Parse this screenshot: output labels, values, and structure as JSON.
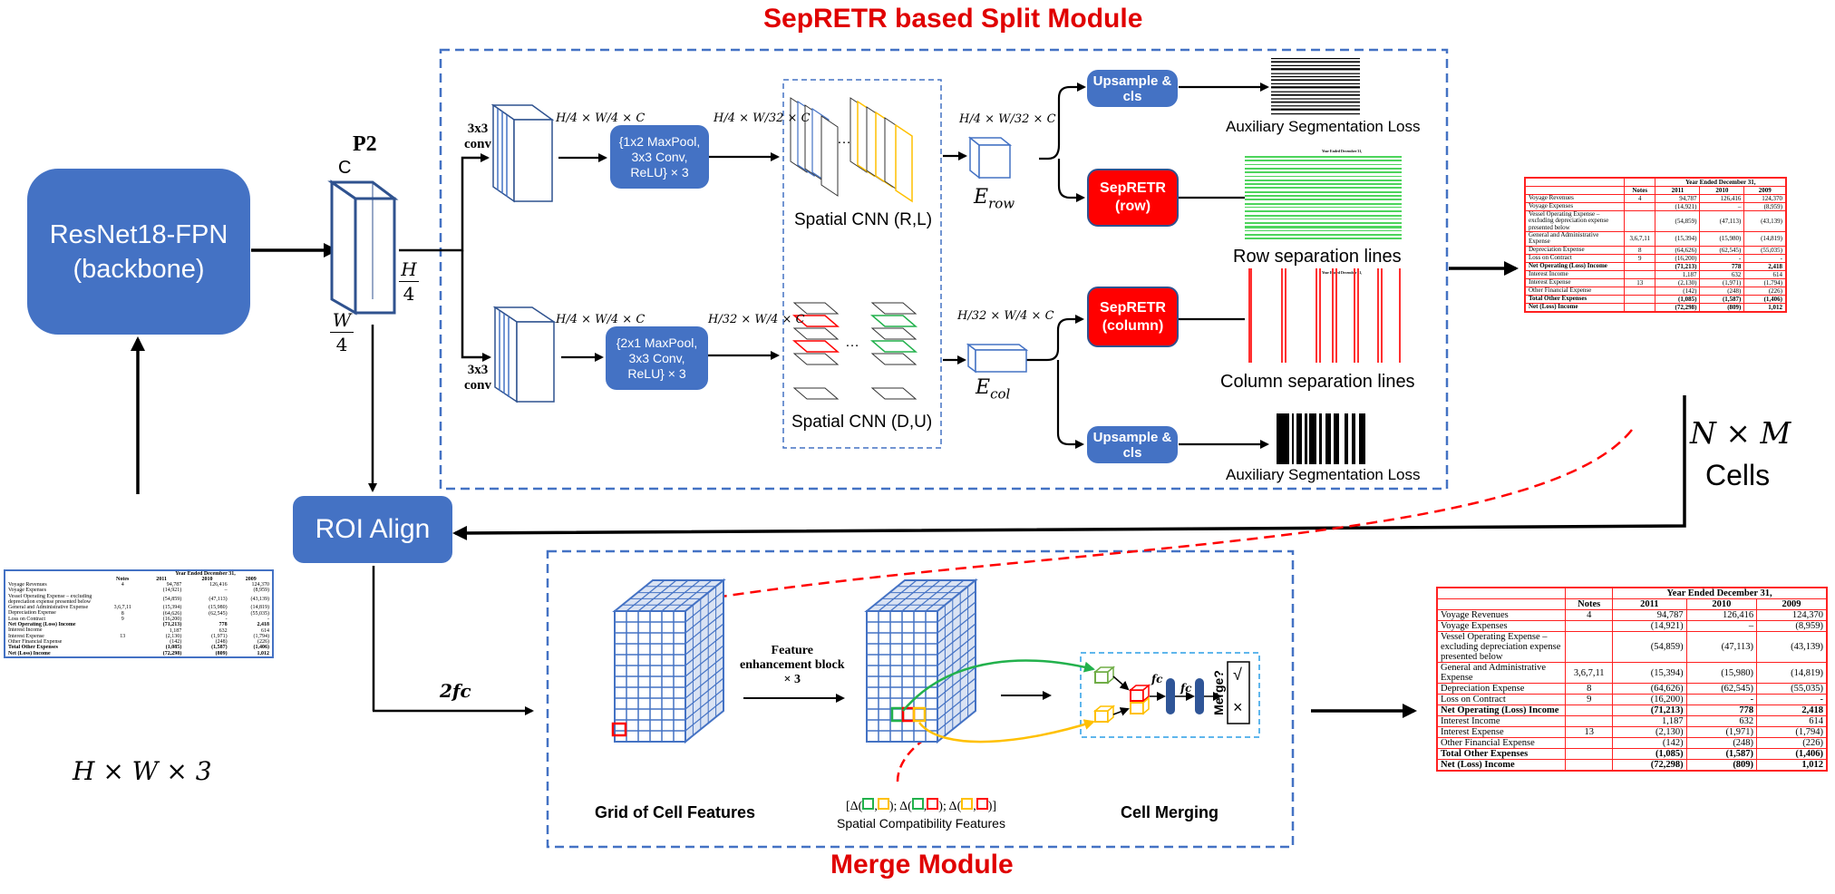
{
  "titles": {
    "split_module": "SepRETR based Split Module",
    "merge_module": "Merge Module"
  },
  "blocks": {
    "backbone": "ResNet18-FPN\n(backbone)",
    "roi_align": "ROI Align",
    "p2_label": "P2",
    "p2_channel": "C",
    "conv_top": "3x3\nconv",
    "conv_bottom": "3x3\nconv",
    "pool_row": "{1x2 MaxPool,\n3x3 Conv,\nReLU} × 3",
    "pool_col": "{2x1 MaxPool,\n3x3 Conv,\nReLU} × 3",
    "spatial_cnn_row": "Spatial CNN (R,L)",
    "spatial_cnn_col": "Spatial CNN (D,U)",
    "upsample_top": "Upsample & cls",
    "upsample_bottom": "Upsample & cls",
    "sepretr_row": "SepRETR\n(row)",
    "sepretr_col": "SepRETR\n(column)",
    "aux_loss_top": "Auxiliary Segmentation Loss",
    "aux_loss_bottom": "Auxiliary Segmentation Loss",
    "row_lines": "Row separation lines",
    "col_lines": "Column separation lines",
    "cells_count": "N × M",
    "cells_word": "Cells",
    "input_dims": "H × W × 3",
    "two_fc": "2fc",
    "feature_block": "Feature\nenhancement block\n× 3",
    "grid_caption": "Grid of Cell Features",
    "spatial_compat": "Spatial Compatibility Features",
    "cell_merging": "Cell Merging",
    "merge_q": "Merge?",
    "fc": "fc",
    "check": "√",
    "cross": "×",
    "e_row": "E",
    "e_row_sub": "row",
    "e_col": "E",
    "e_col_sub": "col"
  },
  "math": {
    "p2_h": "H\n4",
    "p2_w": "W\n4",
    "dim_after_conv": "H/4 × W/4 × C",
    "dim_row_pool": "H/4 × W/32 × C",
    "dim_col_pool": "H/32 × W/4 × C",
    "dim_erow": "H/4 × W/32 × C",
    "dim_ecol": "H/32 × W/4 × C"
  },
  "colors": {
    "blue_box": "#4472c4",
    "red_box": "#ff0000",
    "title_red": "#e00000",
    "dash_blue": "#4472c4",
    "green": "#22b14c",
    "yellow": "#ffc000"
  },
  "table": {
    "header_group": "Year Ended December 31,",
    "columns": [
      "",
      "Notes",
      "2011",
      "2010",
      "2009"
    ],
    "rows": [
      {
        "label": "Voyage Revenues",
        "notes": "4",
        "y2011": "94,787",
        "y2010": "126,416",
        "y2009": "124,370",
        "bold": false
      },
      {
        "label": "Voyage Expenses",
        "notes": "",
        "y2011": "(14,921)",
        "y2010": "–",
        "y2009": "(8,959)",
        "bold": false
      },
      {
        "label": "Vessel Operating Expense – excluding depreciation expense presented below",
        "notes": "",
        "y2011": "(54,859)",
        "y2010": "(47,113)",
        "y2009": "(43,139)",
        "bold": false
      },
      {
        "label": "General and Administrative Expense",
        "notes": "3,6,7,11",
        "y2011": "(15,394)",
        "y2010": "(15,980)",
        "y2009": "(14,819)",
        "bold": false
      },
      {
        "label": "Depreciation Expense",
        "notes": "8",
        "y2011": "(64,626)",
        "y2010": "(62,545)",
        "y2009": "(55,035)",
        "bold": false
      },
      {
        "label": "Loss on Contract",
        "notes": "9",
        "y2011": "(16,200)",
        "y2010": "-",
        "y2009": "-",
        "bold": false
      },
      {
        "label": "Net Operating (Loss) Income",
        "notes": "",
        "y2011": "(71,213)",
        "y2010": "778",
        "y2009": "2,418",
        "bold": true
      },
      {
        "label": "Interest Income",
        "notes": "",
        "y2011": "1,187",
        "y2010": "632",
        "y2009": "614",
        "bold": false
      },
      {
        "label": "Interest Expense",
        "notes": "13",
        "y2011": "(2,130)",
        "y2010": "(1,971)",
        "y2009": "(1,794)",
        "bold": false
      },
      {
        "label": "Other Financial Expense",
        "notes": "",
        "y2011": "(142)",
        "y2010": "(248)",
        "y2009": "(226)",
        "bold": false
      },
      {
        "label": "Total Other Expenses",
        "notes": "",
        "y2011": "(1,085)",
        "y2010": "(1,587)",
        "y2009": "(1,406)",
        "bold": true
      },
      {
        "label": "Net (Loss) Income",
        "notes": "",
        "y2011": "(72,298)",
        "y2010": "(809)",
        "y2009": "1,012",
        "bold": true
      }
    ]
  }
}
